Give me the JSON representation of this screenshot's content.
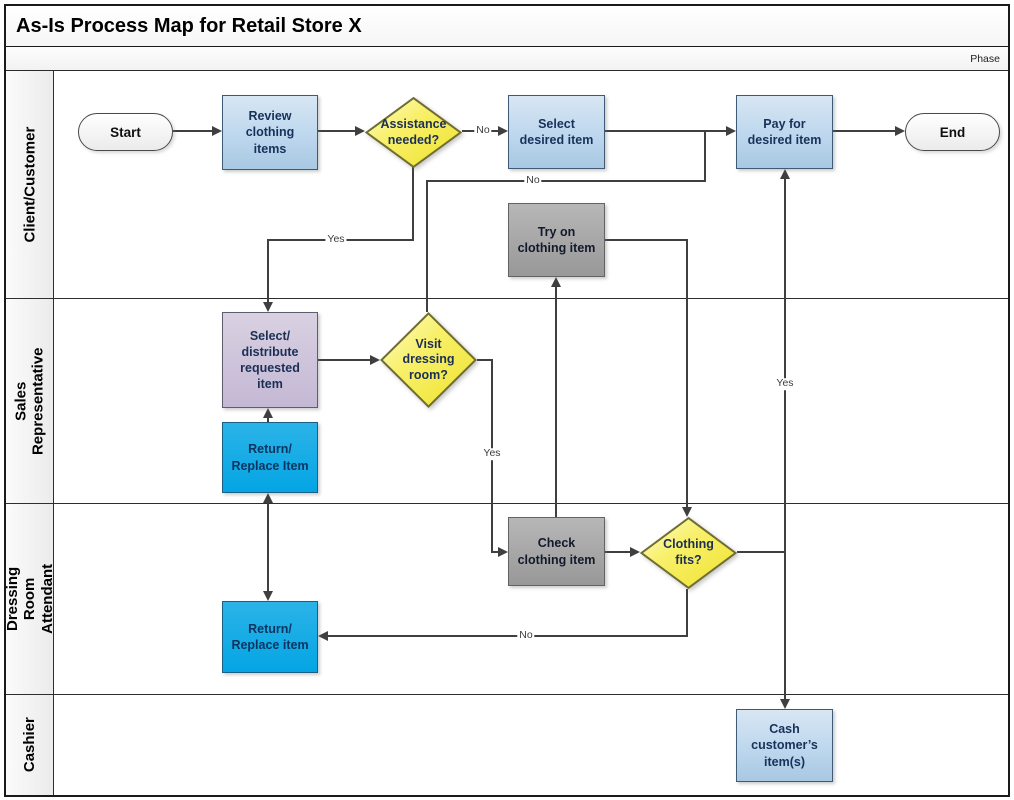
{
  "title": "As-Is Process Map for Retail Store X",
  "phase_label": "Phase",
  "lanes": [
    {
      "label": "Client/Customer"
    },
    {
      "label": "Sales Representative"
    },
    {
      "label": "Dressing Room\nAttendant"
    },
    {
      "label": "Cashier"
    }
  ],
  "nodes": {
    "start": {
      "label": "Start",
      "type": "terminator"
    },
    "review": {
      "label": "Review\nclothing\nitems",
      "type": "process"
    },
    "assistance": {
      "label": "Assistance\nneeded?",
      "type": "decision"
    },
    "select_item": {
      "label": "Select\ndesired item",
      "type": "process"
    },
    "pay": {
      "label": "Pay for\ndesired item",
      "type": "process"
    },
    "end": {
      "label": "End",
      "type": "terminator"
    },
    "try_on": {
      "label": "Try on\nclothing item",
      "type": "process"
    },
    "select_distribute": {
      "label": "Select/\ndistribute\nrequested\nitem",
      "type": "process"
    },
    "visit_dressing": {
      "label": "Visit\ndressing\nroom?",
      "type": "decision"
    },
    "return_replace_sales": {
      "label": "Return/\nReplace Item",
      "type": "process"
    },
    "check_item": {
      "label": "Check\nclothing item",
      "type": "process"
    },
    "fits": {
      "label": "Clothing\nfits?",
      "type": "decision"
    },
    "return_replace_dressing": {
      "label": "Return/\nReplace item",
      "type": "process"
    },
    "cash": {
      "label": "Cash\ncustomer’s\nitem(s)",
      "type": "process"
    }
  },
  "edge_labels": {
    "assistance_no": "No",
    "assistance_yes": "Yes",
    "visit_no": "No",
    "visit_yes": "Yes",
    "fits_yes": "Yes",
    "fits_no": "No"
  },
  "colors": {
    "process_blue": "#BDD7EE",
    "process_gray": "#A6A6A6",
    "process_purple": "#CCC1DA",
    "process_cyan": "#00AEEF",
    "decision_yellow": "#F2E93B",
    "connector": "#3F3F3F"
  }
}
